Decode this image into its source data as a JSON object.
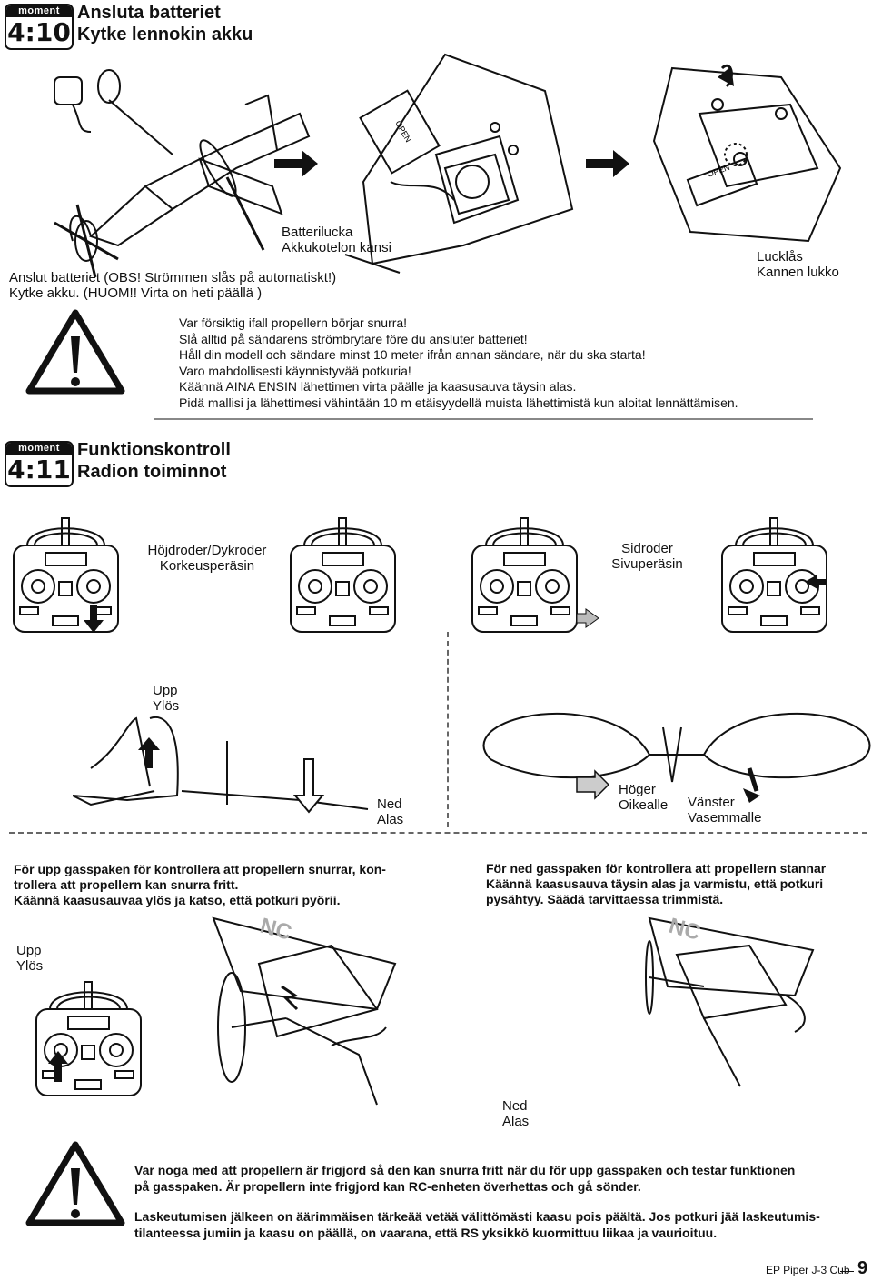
{
  "sec410": {
    "badge_top": "moment",
    "badge_num": "4:10",
    "title1": "Ansluta batteriet",
    "title2": "Kytke lennokin akku",
    "cap_battery_1": "Anslut batteriet (OBS! Strömmen slås på automatiskt!)",
    "cap_battery_2": "Kytke akku. (HUOM!! Virta on heti päällä )",
    "cap_hatch_1": "Batterilucka",
    "cap_hatch_2": "Akkukotelon kansi",
    "cap_lock_1": "Lucklås",
    "cap_lock_2": "Kannen lukko",
    "open_label": "OPEN"
  },
  "warning1": {
    "lines": [
      "Var försiktig ifall propellern börjar snurra!",
      "Slå alltid på sändarens strömbrytare före du ansluter batteriet!",
      "Håll din modell och sändare minst 10 meter ifrån annan sändare, när du ska starta!",
      "Varo mahdollisesti käynnistyvää potkuria!",
      "Käännä AINA ENSIN lähettimen virta päälle ja kaasusauva täysin alas.",
      "Pidä mallisi ja lähettimesi vähintään 10 m etäisyydellä muista lähettimistä kun aloitat lennättämisen."
    ]
  },
  "sec411": {
    "badge_top": "moment",
    "badge_num": "4:11",
    "title1": "Funktionskontroll",
    "title2": "Radion toiminnot",
    "elev_1": "Höjdroder/Dykroder",
    "elev_2": "Korkeusperäsin",
    "rudder_1": "Sidroder",
    "rudder_2": "Sivuperäsin",
    "up_1": "Upp",
    "up_2": "Ylös",
    "down_1": "Ned",
    "down_2": "Alas",
    "right_1": "Höger",
    "right_2": "Oikealle",
    "left_1": "Vänster",
    "left_2": "Vasemmalle"
  },
  "throttle": {
    "left_text": [
      "För upp gasspaken  för kontrollera att propellern snurrar, kon-",
      "trollera att propellern kan snurra fritt.",
      "Käännä kaasusauvaa ylös ja katso, että potkuri pyörii."
    ],
    "right_text": [
      "För ned gasspaken  för kontrollera att propellern stannar",
      "Käännä kaasusauva täysin alas ja varmistu, että potkuri",
      "pysähtyy. Säädä tarvittaessa trimmistä."
    ],
    "up_1": "Upp",
    "up_2": "Ylös",
    "down_1": "Ned",
    "down_2": "Alas",
    "tail_text": "NC"
  },
  "warning2": {
    "para1": [
      "Var noga med att propellern är frigjord så den kan snurra fritt när du för upp gasspaken och testar funktionen",
      "på gasspaken. Är propellern inte frigjord kan RC-enheten överhettas och gå sönder."
    ],
    "para2": [
      "Laskeutumisen jälkeen on äärimmäisen tärkeää vetää välittömästi kaasu pois päältä. Jos potkuri jää laskeutumis-",
      "tilanteessa jumiin ja kaasu on päällä, on vaarana, että RS yksikkö kuormittuu liikaa ja vaurioituu."
    ]
  },
  "footer": {
    "product": "EP Piper J-3 Cub",
    "page": "9"
  }
}
